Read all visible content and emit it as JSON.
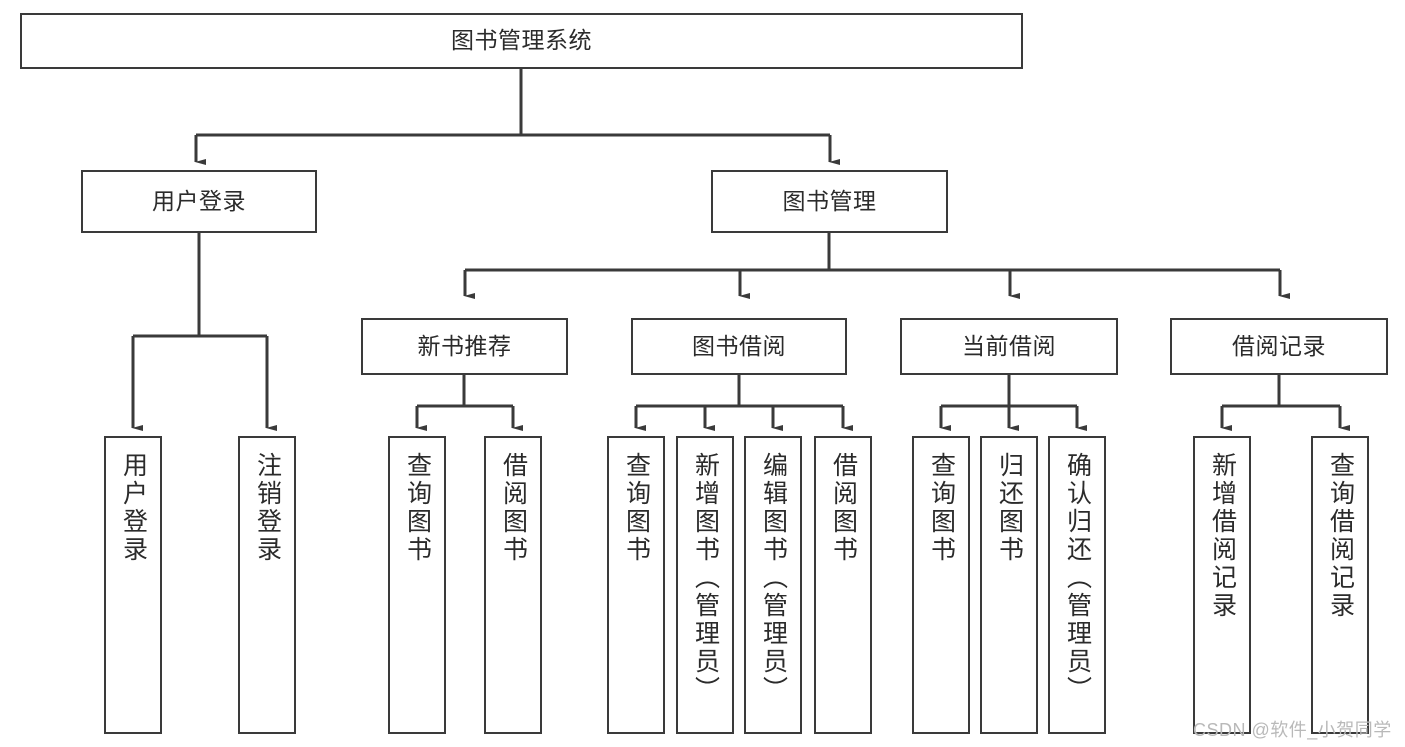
{
  "diagram": {
    "title": "图书管理系统",
    "type": "tree-hierarchy-diagram",
    "root": {
      "label": "图书管理系统"
    },
    "level2": [
      {
        "label": "用户登录"
      },
      {
        "label": "图书管理"
      }
    ],
    "level3": [
      {
        "label": "新书推荐"
      },
      {
        "label": "图书借阅"
      },
      {
        "label": "当前借阅"
      },
      {
        "label": "借阅记录"
      }
    ],
    "leaves": [
      {
        "label": "用户登录"
      },
      {
        "label": "注销登录"
      },
      {
        "label": "查询图书"
      },
      {
        "label": "借阅图书"
      },
      {
        "label": "查询图书"
      },
      {
        "label": "新增图书（管理员）"
      },
      {
        "label": "编辑图书（管理员）"
      },
      {
        "label": "借阅图书"
      },
      {
        "label": "查询图书"
      },
      {
        "label": "归还图书"
      },
      {
        "label": "确认归还（管理员）"
      },
      {
        "label": "新增借阅记录"
      },
      {
        "label": "查询借阅记录"
      }
    ],
    "colors": {
      "stroke": "#3a3a3a",
      "text": "#2b2b2b",
      "background": "#ffffff",
      "watermark": "#b9b9b9"
    }
  },
  "watermark": {
    "text": "CSDN @软件_小贺同学"
  }
}
